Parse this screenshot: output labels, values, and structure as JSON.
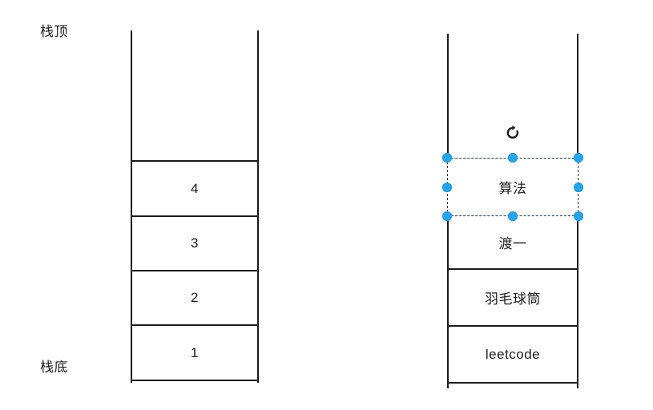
{
  "diagram": {
    "title": "stack-illustration",
    "labels": {
      "top": "栈顶",
      "bottom": "栈底"
    },
    "colors": {
      "stroke": "#1b1b1b",
      "text": "#1c1c1c",
      "selection_handle": "#28a4e8",
      "selection_outline": "#1f3550",
      "background": "#ffffff"
    },
    "stacks": [
      {
        "name": "numeric-stack",
        "empty_slots": 4,
        "cells": [
          {
            "label": "4",
            "selected": false
          },
          {
            "label": "3",
            "selected": false
          },
          {
            "label": "2",
            "selected": false
          },
          {
            "label": "1",
            "selected": false
          }
        ]
      },
      {
        "name": "item-stack",
        "empty_slots": 4,
        "cells": [
          {
            "label": "算法",
            "selected": true
          },
          {
            "label": "渡一",
            "selected": false
          },
          {
            "label": "羽毛球筒",
            "selected": false
          },
          {
            "label": "leetcode",
            "selected": false
          }
        ]
      }
    ],
    "selection": {
      "shape_label": "算法",
      "handle_count": 8,
      "rotate_icon": "rotate-icon"
    }
  }
}
